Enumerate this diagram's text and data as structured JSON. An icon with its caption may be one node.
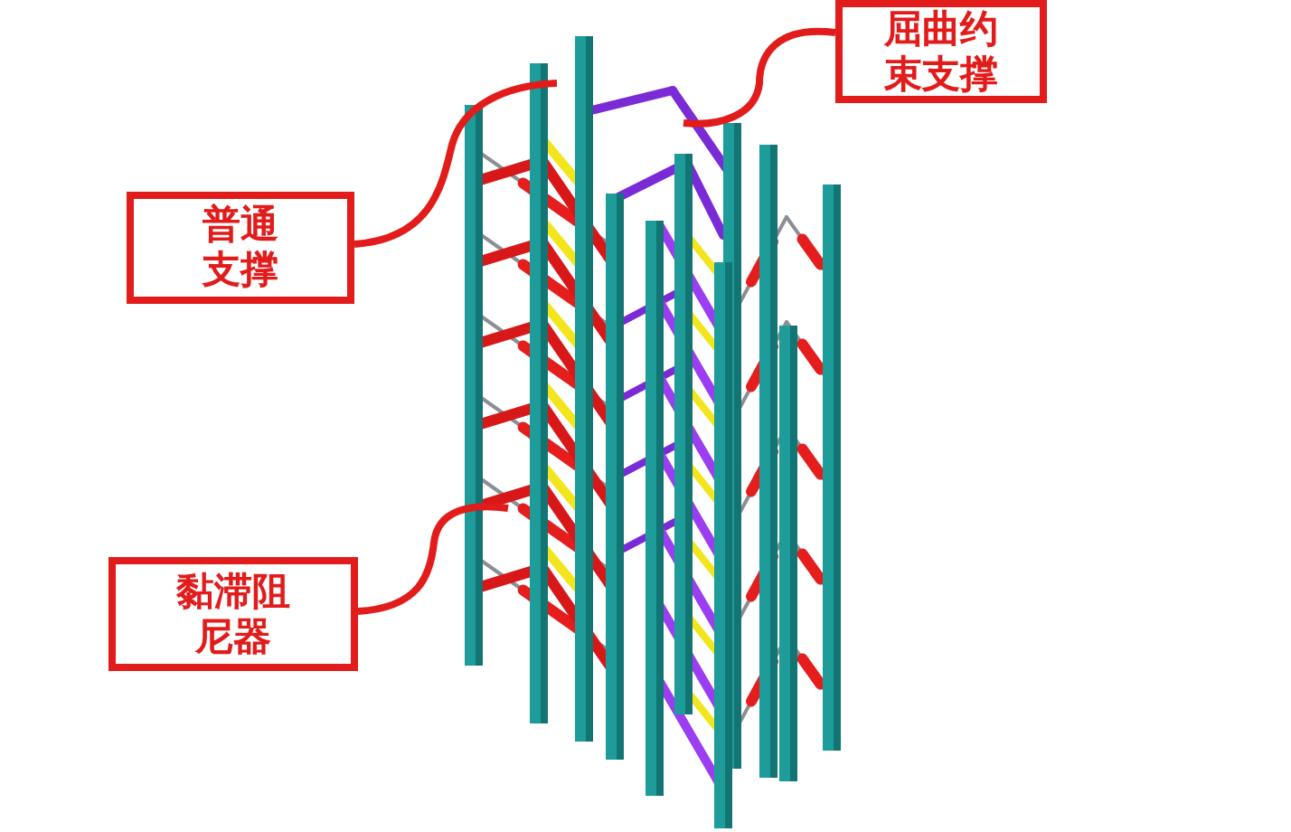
{
  "diagram": {
    "nodes": [
      {
        "text": [
          "屈曲约束支撑"
        ]
      },
      {
        "text": [
          "普通支撑"
        ]
      },
      {
        "text": [
          "黏滞阻尼器"
        ]
      }
    ],
    "edges": [
      {
        "from": 0,
        "to": null,
        "arrow": "none"
      },
      {
        "from": 1,
        "to": null,
        "arrow": "none"
      },
      {
        "from": 2,
        "to": null,
        "arrow": "none"
      }
    ]
  }
}
